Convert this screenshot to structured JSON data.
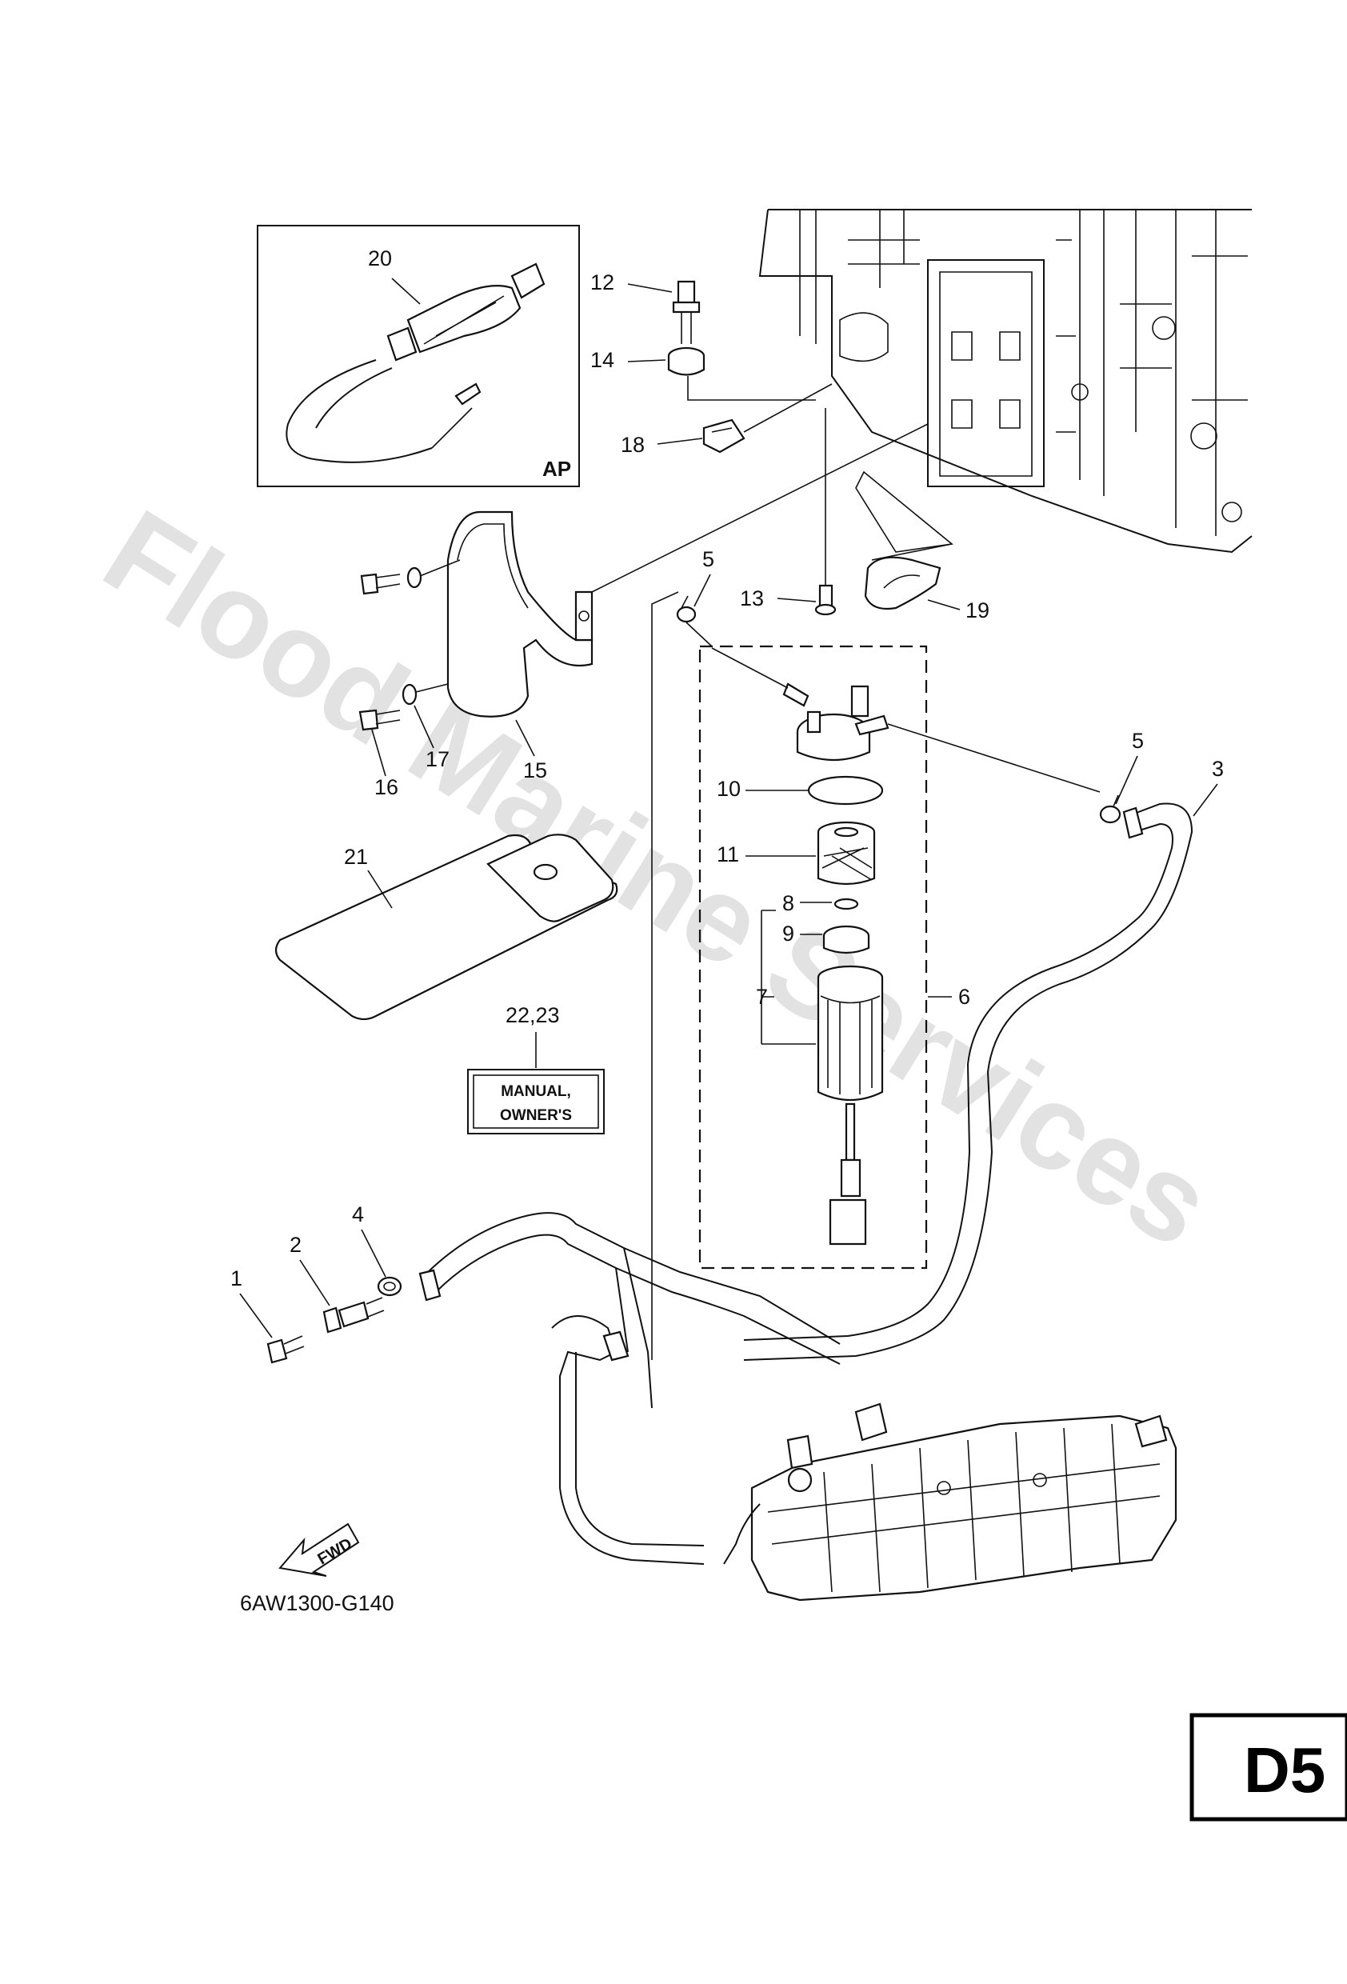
{
  "watermark": "Flood Marine Services",
  "accessory_box_label": "AP",
  "manual_box": {
    "line1": "MANUAL,",
    "line2": "OWNER'S"
  },
  "fwd_label": "FWD",
  "part_number": "6AW1300-G140",
  "page_id": "D5",
  "callouts": {
    "c1": "1",
    "c2": "2",
    "c3": "3",
    "c4": "4",
    "c5a": "5",
    "c5b": "5",
    "c6": "6",
    "c7": "7",
    "c8": "8",
    "c9": "9",
    "c10": "10",
    "c11": "11",
    "c12": "12",
    "c13": "13",
    "c14": "14",
    "c15": "15",
    "c16": "16",
    "c17": "17",
    "c18": "18",
    "c19": "19",
    "c20": "20",
    "c21": "21",
    "c22_23": "22,23"
  },
  "icons": {
    "primer_bulb": "primer-bulb-icon",
    "fuel_filter": "fuel-filter-icon",
    "fuel_pump": "fuel-pump-assembly-icon",
    "fwd_arrow": "fwd-arrow-icon"
  }
}
